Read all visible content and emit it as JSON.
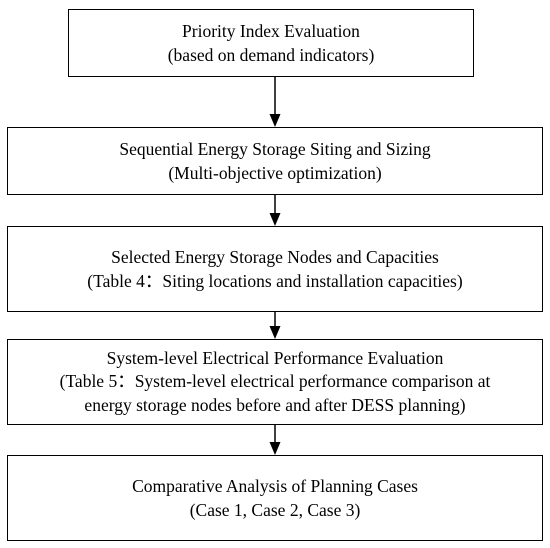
{
  "flowchart": {
    "steps": [
      {
        "line1": "Priority Index Evaluation",
        "line2": "(based on demand indicators)"
      },
      {
        "line1": "Sequential Energy Storage Siting and Sizing",
        "line2": "(Multi-objective optimization)"
      },
      {
        "line1": "Selected Energy Storage Nodes and Capacities",
        "line2": "(Table 4：Siting locations and installation capacities)"
      },
      {
        "line1": "System-level Electrical Performance Evaluation",
        "line2": "(Table 5：System-level electrical performance comparison at",
        "line3": "energy storage nodes before and after DESS planning)"
      },
      {
        "line1": "Comparative Analysis of Planning Cases",
        "line2": "(Case 1, Case 2, Case 3)"
      }
    ],
    "colors": {
      "stroke": "#000000",
      "background": "#ffffff",
      "text": "#000000"
    }
  }
}
